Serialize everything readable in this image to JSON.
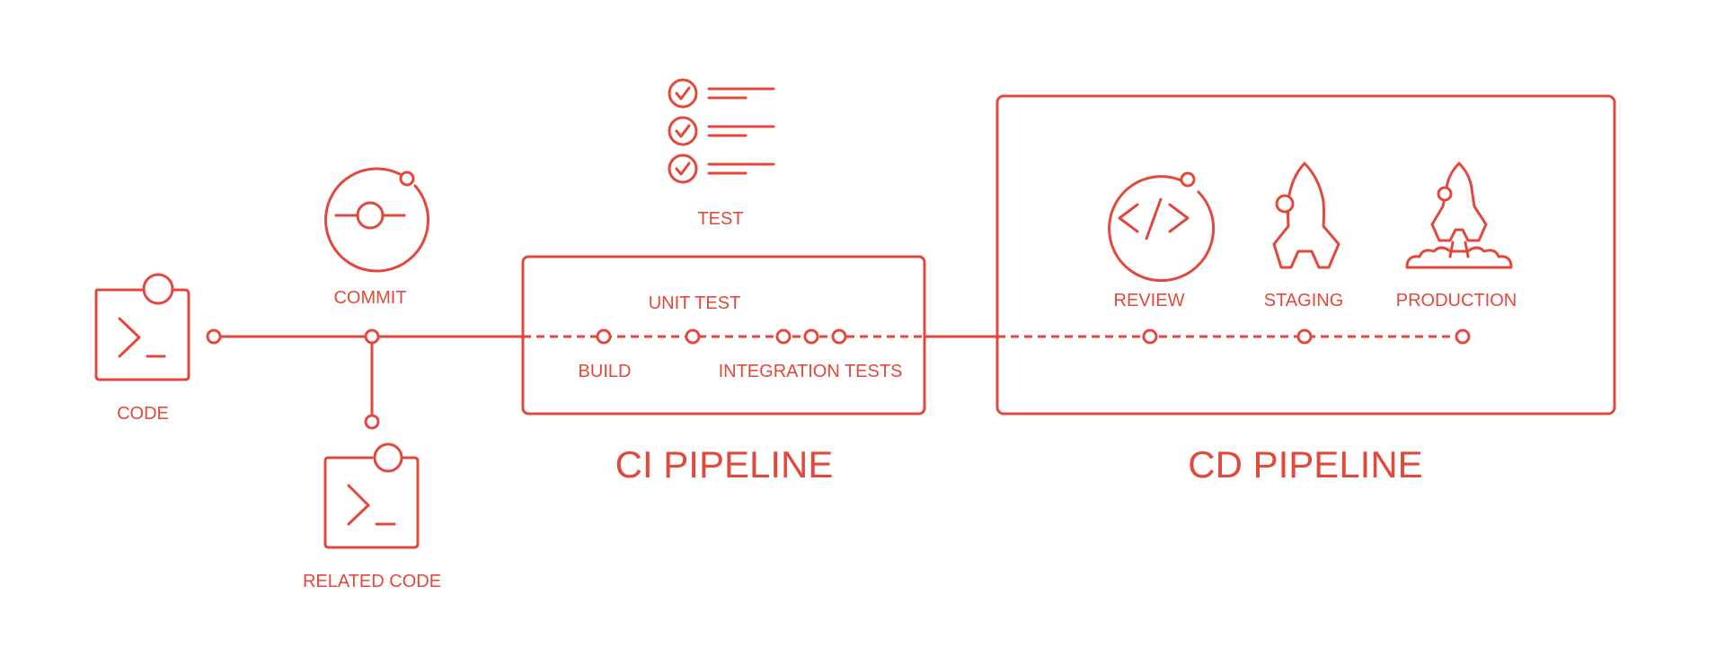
{
  "colors": {
    "accent": "#e2483b",
    "background": "#ffffff"
  },
  "labels": {
    "code": "CODE",
    "commit": "COMMIT",
    "related_code": "RELATED CODE",
    "test": "TEST",
    "unit_test": "UNIT TEST",
    "build": "BUILD",
    "integration_tests": "INTEGRATION TESTS",
    "ci_pipeline": "CI PIPELINE",
    "review": "REVIEW",
    "staging": "STAGING",
    "production": "PRODUCTION",
    "cd_pipeline": "CD PIPELINE"
  },
  "icons": {
    "code": "terminal-icon",
    "commit": "git-commit-icon",
    "related_code": "terminal-icon",
    "test": "checklist-icon",
    "review": "code-review-icon",
    "staging": "rocket-icon",
    "production": "rocket-launch-icon"
  }
}
